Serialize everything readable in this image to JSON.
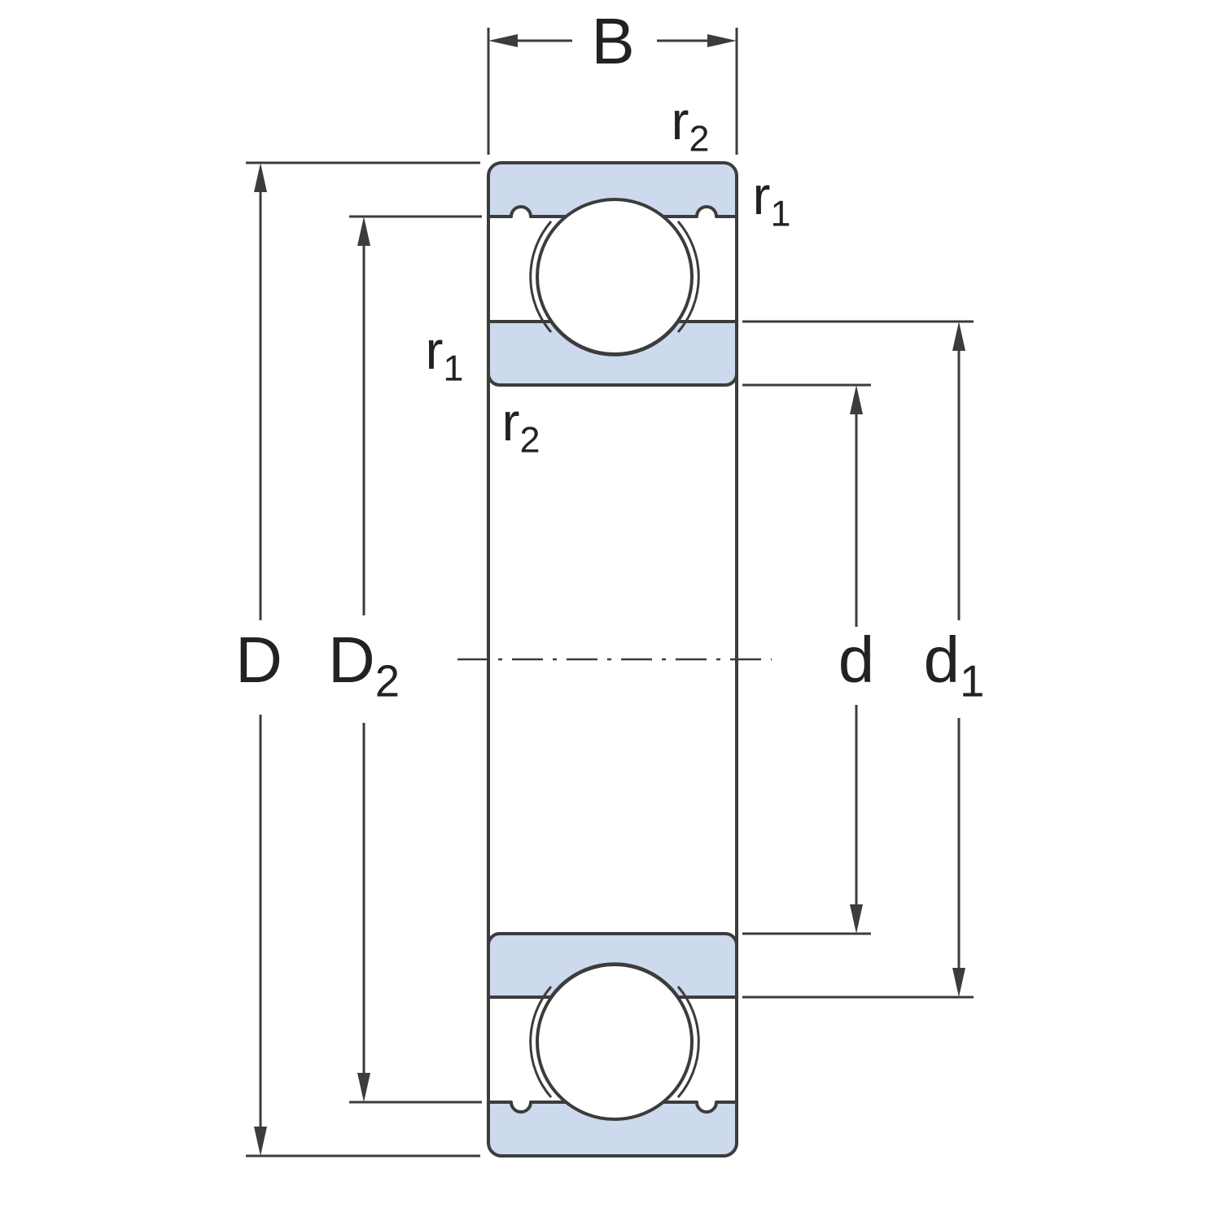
{
  "figure": {
    "colors": {
      "ring_fill": "#cdd9ec",
      "line": "#3c3c3c",
      "text": "#222222",
      "background": "#ffffff"
    },
    "labels": {
      "width": {
        "base": "B",
        "sub": ""
      },
      "outside_diameter": {
        "base": "D",
        "sub": ""
      },
      "recess_diameter": {
        "base": "D",
        "sub": "2"
      },
      "bore_diameter": {
        "base": "d",
        "sub": ""
      },
      "shoulder_diameter": {
        "base": "d",
        "sub": "1"
      },
      "chamfer_r1": {
        "base": "r",
        "sub": "1"
      },
      "chamfer_r2": {
        "base": "r",
        "sub": "2"
      }
    }
  }
}
